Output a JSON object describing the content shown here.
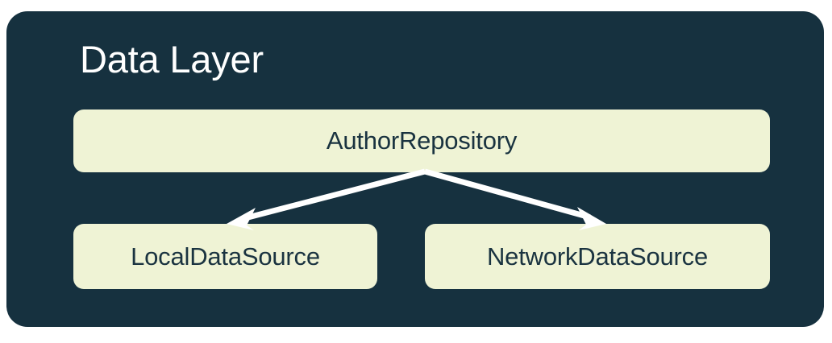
{
  "diagram": {
    "title": "Data Layer",
    "background_color": "#16313F",
    "node_fill_color": "#EFF3D5",
    "node_text_color": "#1A3340",
    "title_text_color": "#FFFFFF",
    "edge_color": "#FFFFFF",
    "nodes": [
      {
        "id": "author-repository",
        "label": "AuthorRepository",
        "row": "top"
      },
      {
        "id": "local-data-source",
        "label": "LocalDataSource",
        "row": "bottom"
      },
      {
        "id": "network-data-source",
        "label": "NetworkDataSource",
        "row": "bottom"
      }
    ],
    "edges": [
      {
        "from": "author-repository",
        "to": "local-data-source",
        "style": "solid",
        "arrow": "single"
      },
      {
        "from": "author-repository",
        "to": "network-data-source",
        "style": "solid",
        "arrow": "single"
      }
    ]
  }
}
